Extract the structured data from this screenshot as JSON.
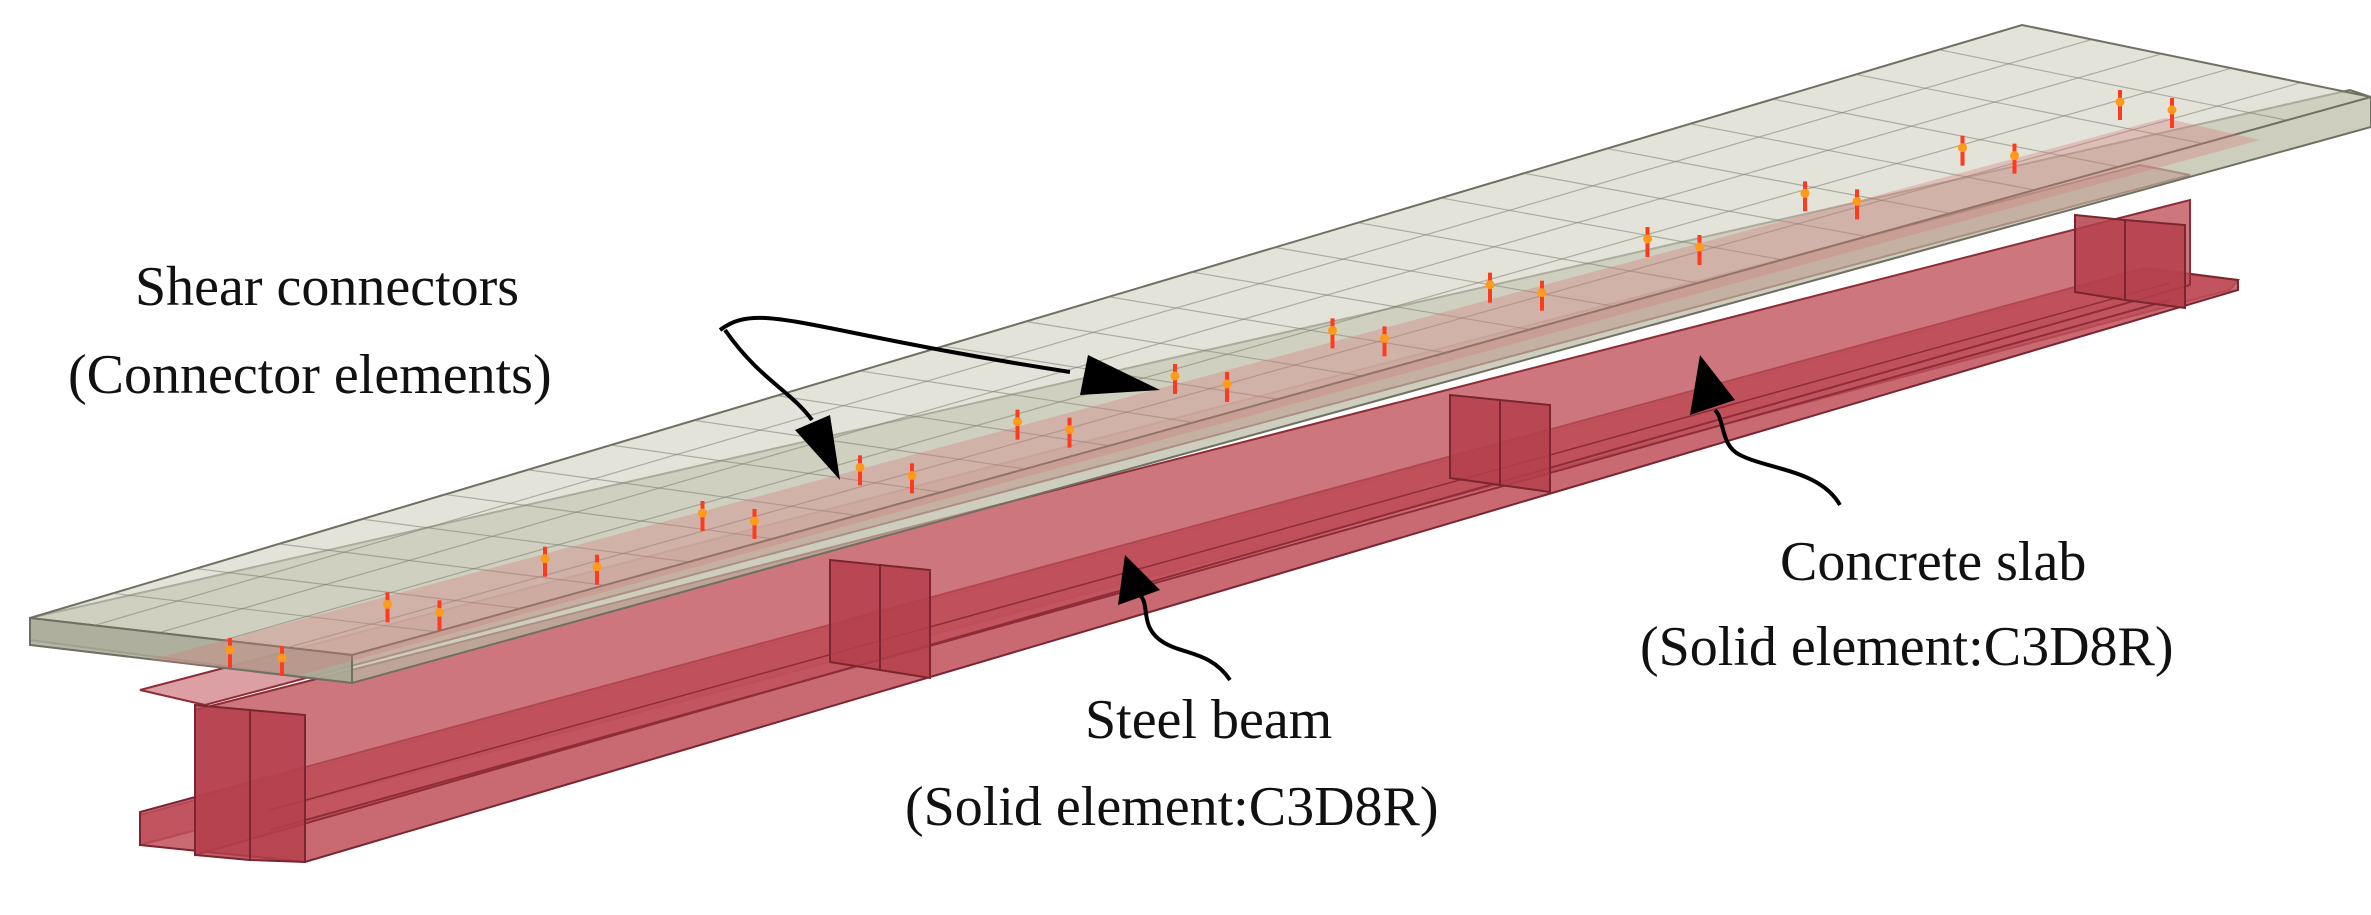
{
  "labels": {
    "shear_connectors": {
      "line1": "Shear connectors",
      "line2": "(Connector elements)"
    },
    "concrete_slab": {
      "line1": "Concrete slab",
      "line2": "(Solid element:C3D8R)"
    },
    "steel_beam": {
      "line1": "Steel beam",
      "line2": "(Solid element:C3D8R)"
    }
  },
  "colors": {
    "concrete": "#c9c9b6",
    "concrete_edge": "#6f6f62",
    "steel": "#c0505a",
    "steel_dark": "#8e2d36",
    "connector": "#ff3b1f",
    "connector_tip": "#ff9a1a",
    "arrow": "#000000"
  },
  "connector_pairs": 13
}
